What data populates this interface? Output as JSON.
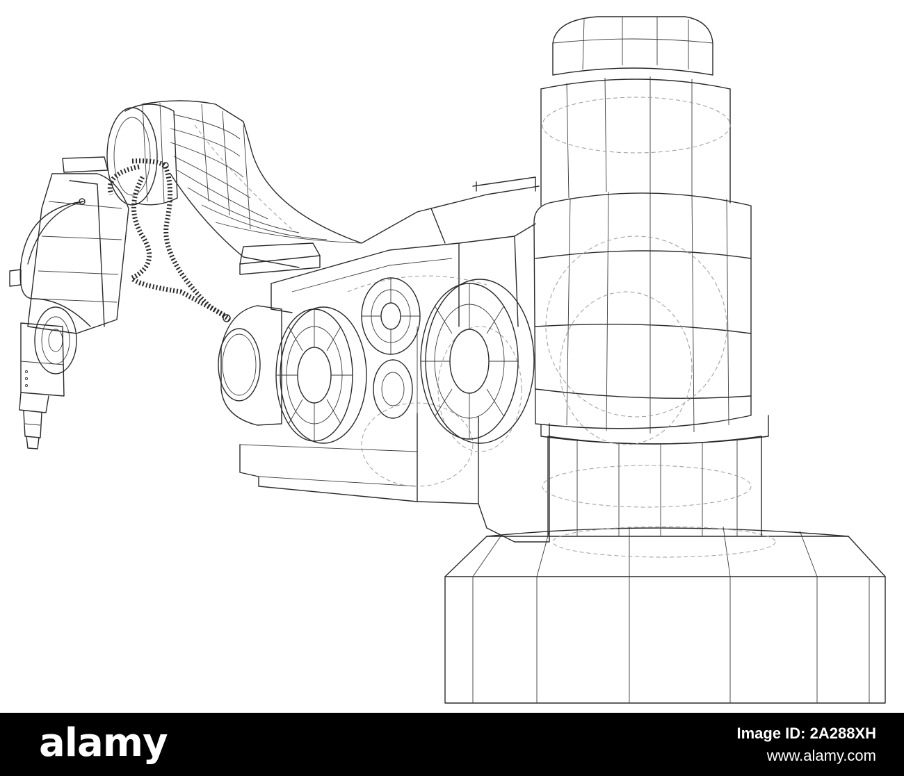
{
  "footer": {
    "brand": "alamy",
    "image_id": "Image ID: 2A288XH",
    "url": "www.alamy.com"
  },
  "colors": {
    "background": "#ffffff",
    "line": "#2a2a2a",
    "hidden_line": "#9a9a9a",
    "footer_bg": "#000000",
    "footer_text": "#ffffff"
  },
  "illustration": {
    "subject": "robotic-arm-wireframe"
  }
}
